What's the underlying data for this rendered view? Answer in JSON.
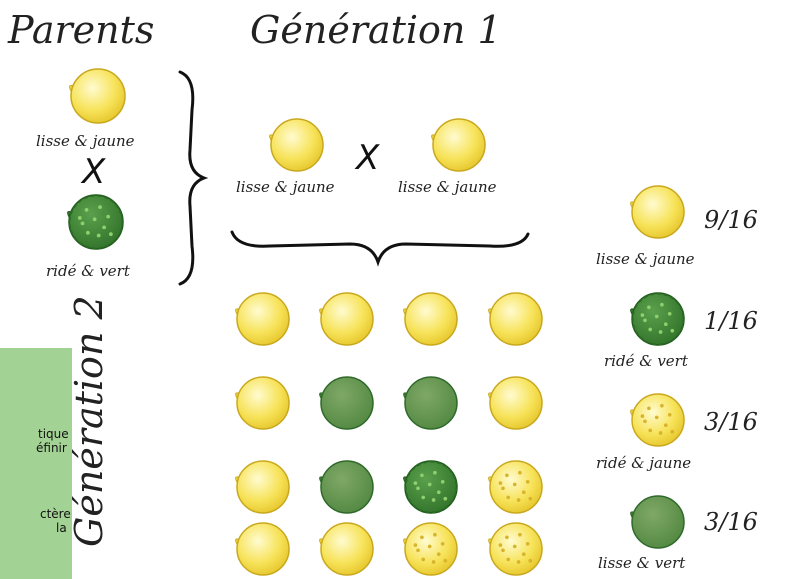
{
  "titles": {
    "parents": "Parents",
    "gen1": "Génération 1",
    "gen2": "Génération 2"
  },
  "cross_symbol": "X",
  "labels": {
    "parent_top": "lisse & jaune",
    "parent_bottom": "ridé & vert",
    "g1_left": "lisse & jaune",
    "g1_right": "lisse & jaune"
  },
  "ratios": [
    {
      "fraction": "9/16",
      "label": "lisse & jaune",
      "type": "smooth-yellow"
    },
    {
      "fraction": "1/16",
      "label": "ridé & vert",
      "type": "wrinkled-green"
    },
    {
      "fraction": "3/16",
      "label": "ridé & jaune",
      "type": "wrinkled-yellow"
    },
    {
      "fraction": "3/16",
      "label": "lisse & vert",
      "type": "smooth-green"
    }
  ],
  "grid": [
    [
      "smooth-yellow",
      "smooth-yellow",
      "smooth-yellow",
      "smooth-yellow"
    ],
    [
      "smooth-yellow",
      "smooth-green",
      "smooth-green",
      "smooth-yellow"
    ],
    [
      "smooth-yellow",
      "smooth-green",
      "wrinkled-green",
      "wrinkled-yellow"
    ],
    [
      "smooth-yellow",
      "smooth-yellow",
      "wrinkled-yellow",
      "wrinkled-yellow"
    ]
  ],
  "note_lines": [
    "tique",
    "éfinir",
    "ctère",
    "la"
  ],
  "colors": {
    "yellow": "#f7e35a",
    "yellow_light": "#fff7a8",
    "yellow_edge": "#c9a81e",
    "green": "#5e9a4e",
    "green_dark": "#2f6a2a",
    "green_wrinkled": "#3f8a3a",
    "note_bg": "#a3d394"
  }
}
